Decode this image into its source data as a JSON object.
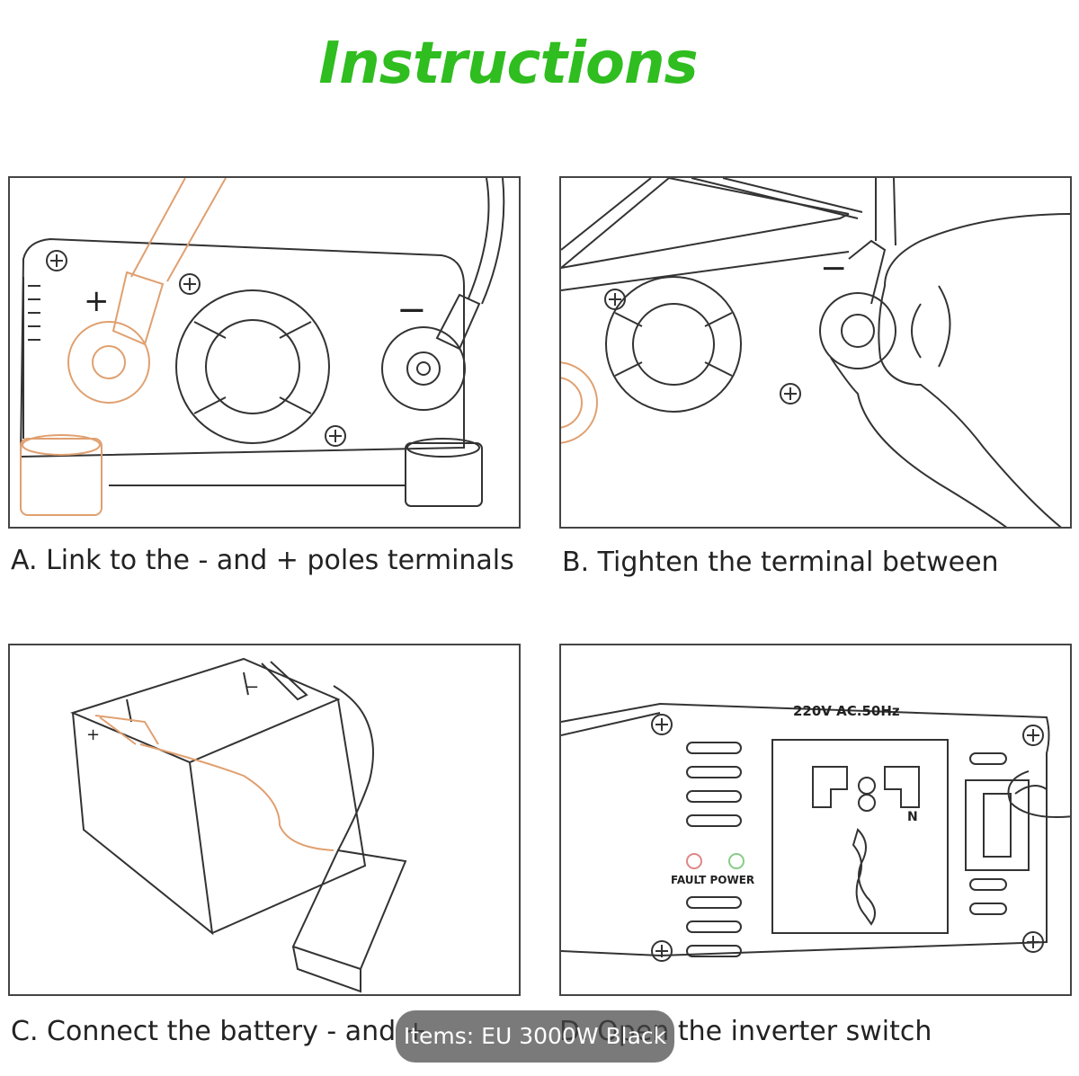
{
  "title": "Instructions",
  "steps": [
    {
      "caption": "A. Link to the - and + poles terminals"
    },
    {
      "caption": "B. Tighten the terminal between"
    },
    {
      "caption": "C. Connect the battery - and +"
    },
    {
      "caption": "D. Open the inverter switch"
    }
  ],
  "labels": {
    "plus": "+",
    "minus": "−",
    "voltage": "220V AC.50Hz",
    "neutral": "N",
    "fault_power": "FAULT POWER"
  },
  "overlay": {
    "text": "Items: EU 3000W Black"
  },
  "colors": {
    "title": "#2fbd1f",
    "positive_cable": "#e0a070",
    "line": "#333333"
  }
}
